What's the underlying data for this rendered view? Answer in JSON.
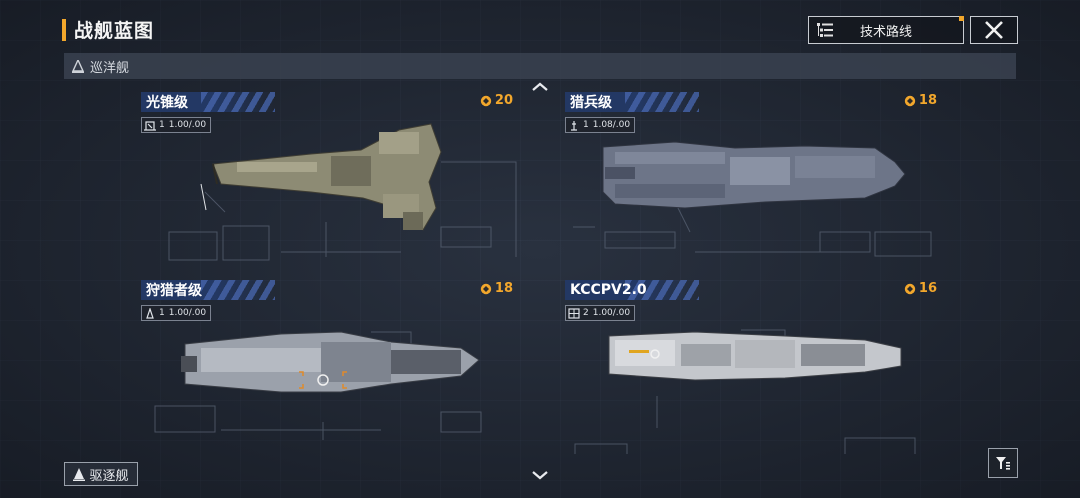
{
  "header": {
    "title": "战舰蓝图"
  },
  "toolbar": {
    "tech_route_label": "技术路线"
  },
  "section": {
    "label": "巡洋舰"
  },
  "cards": [
    {
      "name": "光锥级",
      "cost": "20",
      "level": "1",
      "ratio": "1.00/.00"
    },
    {
      "name": "猎兵级",
      "cost": "18",
      "level": "1",
      "ratio": "1.08/.00"
    },
    {
      "name": "狩猎者级",
      "cost": "18",
      "level": "1",
      "ratio": "1.00/.00"
    },
    {
      "name": "KCCPV2.0",
      "cost": "16",
      "level": "2",
      "ratio": "1.00/.00"
    }
  ],
  "footer": {
    "type_label": "驱逐舰"
  },
  "colors": {
    "accent": "#f2a72c",
    "name_tag": "#233864",
    "background": "#1f2530"
  }
}
